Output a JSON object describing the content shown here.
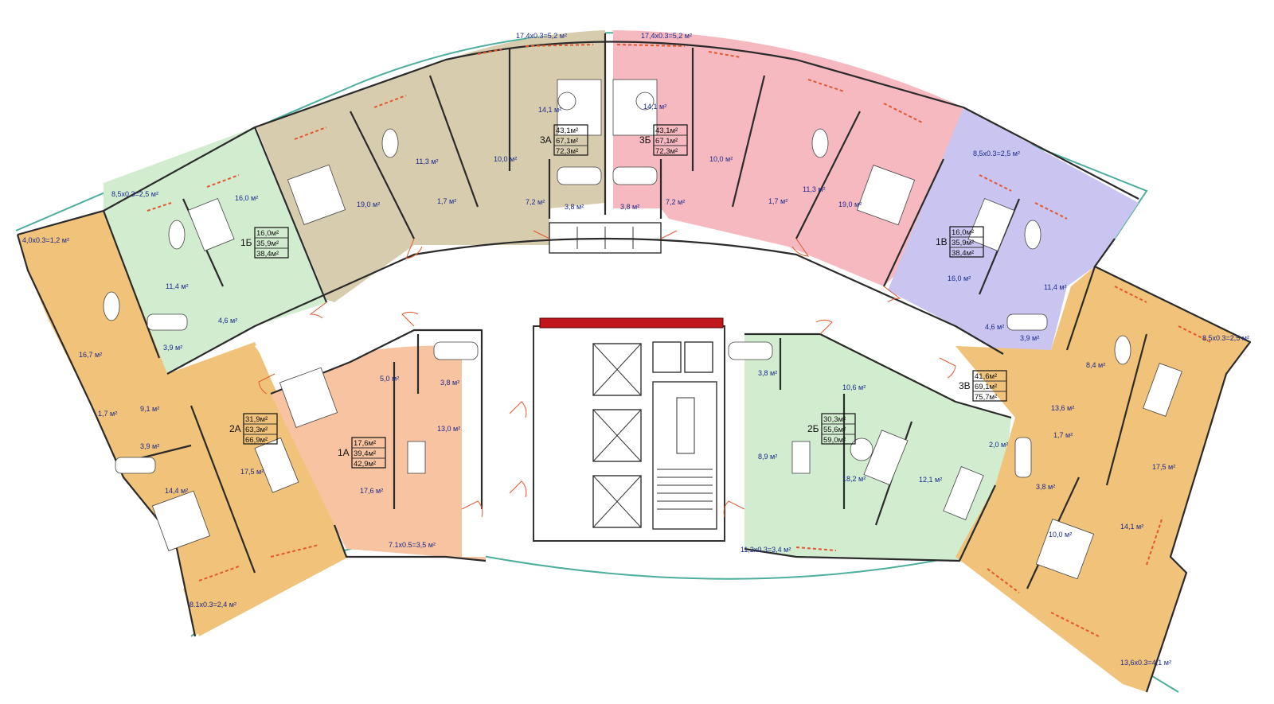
{
  "colors": {
    "beige": "#d8ccae",
    "pink": "#f6b9bf",
    "lilac": "#c9c5f0",
    "green": "#d2ecd0",
    "orange": "#f1c27a",
    "peach": "#f8c3a1",
    "red_bar": "#c0161c",
    "glass": "#4cae9b"
  },
  "units": [
    {
      "id": "3a",
      "code": "3А",
      "a1": "43,1м²",
      "a2": "67,1м²",
      "a3": "72,3м²"
    },
    {
      "id": "3b",
      "code": "3Б",
      "a1": "43,1м²",
      "a2": "67,1м²",
      "a3": "72,3м²"
    },
    {
      "id": "1b",
      "code": "1Б",
      "a1": "16,0м²",
      "a2": "35,9м²",
      "a3": "38,4м²"
    },
    {
      "id": "1v",
      "code": "1В",
      "a1": "16,0м²",
      "a2": "35,9м²",
      "a3": "38,4м²"
    },
    {
      "id": "2a",
      "code": "2А",
      "a1": "31,9м²",
      "a2": "63,3м²",
      "a3": "66,9м²"
    },
    {
      "id": "1a",
      "code": "1А",
      "a1": "17,6м²",
      "a2": "39,4м²",
      "a3": "42,9м²"
    },
    {
      "id": "2b",
      "code": "2Б",
      "a1": "30,3м²",
      "a2": "55,6м²",
      "a3": "59,0м²"
    },
    {
      "id": "3v",
      "code": "3В",
      "a1": "41,6м²",
      "a2": "69,1м²",
      "a3": "75,7м²"
    }
  ],
  "balconies": [
    "17,4х0.3=5,2 м²",
    "17,4х0.3=5,2 м²",
    "8,5х0.3=2,5 м²",
    "8,5х0.3=2,5 м²",
    "4,0х0.3=1,2 м²",
    "8,5х0.3=2,5 м²",
    "7.1х0.5=3,5 м²",
    "11,2х0.3=3,4 м²",
    "8.1х0.3=2,4 м²",
    "13,6х0.3=4,1 м²"
  ],
  "rooms": [
    "14,1 м²",
    "14,1 м²",
    "10,0 м²",
    "10,0 м²",
    "11,3 м²",
    "11,3 м²",
    "1,7 м²",
    "1,7 м²",
    "19,0 м²",
    "19,0 м²",
    "7,2 м²",
    "7,2 м²",
    "3,8 м²",
    "3,8 м²",
    "16,0 м²",
    "16,0 м²",
    "11,4 м²",
    "11,4 м²",
    "4,6 м²",
    "4,6 м²",
    "3,9 м²",
    "3,9 м²",
    "16,7 м²",
    "1,7 м²",
    "9,1 м²",
    "3,9 м²",
    "14,4 м²",
    "17,5 м²",
    "5,0 м²",
    "3,8 м²",
    "13,0 м²",
    "17,6 м²",
    "3,8 м²",
    "10,6 м²",
    "8,9 м²",
    "18,2 м²",
    "2,0 м²",
    "12,1 м²",
    "8,4 м²",
    "13,6 м²",
    "1,7 м²",
    "17,5 м²",
    "3,8 м²",
    "10,0 м²",
    "14,1 м²"
  ]
}
